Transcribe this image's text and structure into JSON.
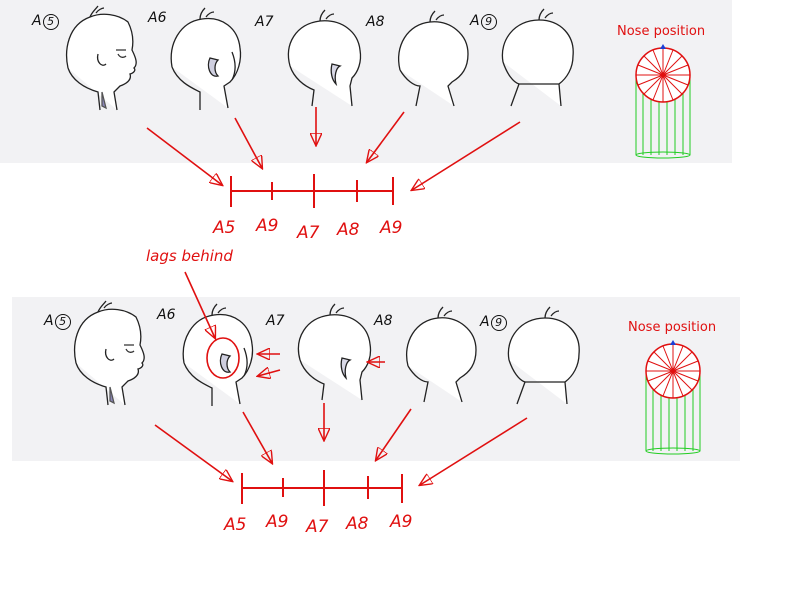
{
  "top": {
    "frames": [
      {
        "id": "A5",
        "name": "A",
        "circled": "5"
      },
      {
        "id": "A6",
        "name": "A6",
        "circled": ""
      },
      {
        "id": "A7",
        "name": "A7",
        "circled": ""
      },
      {
        "id": "A8",
        "name": "A8",
        "circled": ""
      },
      {
        "id": "A9",
        "name": "A",
        "circled": "9"
      }
    ],
    "timeline_labels": [
      "A5",
      "A9",
      "A7",
      "A8",
      "A9"
    ],
    "nose_title": "Nose position"
  },
  "bottom": {
    "frames": [
      {
        "id": "A5",
        "name": "A",
        "circled": "5"
      },
      {
        "id": "A6",
        "name": "A6",
        "circled": ""
      },
      {
        "id": "A7",
        "name": "A7",
        "circled": ""
      },
      {
        "id": "A8",
        "name": "A8",
        "circled": ""
      },
      {
        "id": "A9",
        "name": "A",
        "circled": "9"
      }
    ],
    "timeline_labels": [
      "A5",
      "A9",
      "A7",
      "A8",
      "A9"
    ],
    "nose_title": "Nose position",
    "annotation": "lags behind"
  },
  "colors": {
    "accent": "#e01010",
    "panel": "#f2f2f4",
    "cylinder": "#22cc22",
    "marker": "#1a3fd6"
  }
}
